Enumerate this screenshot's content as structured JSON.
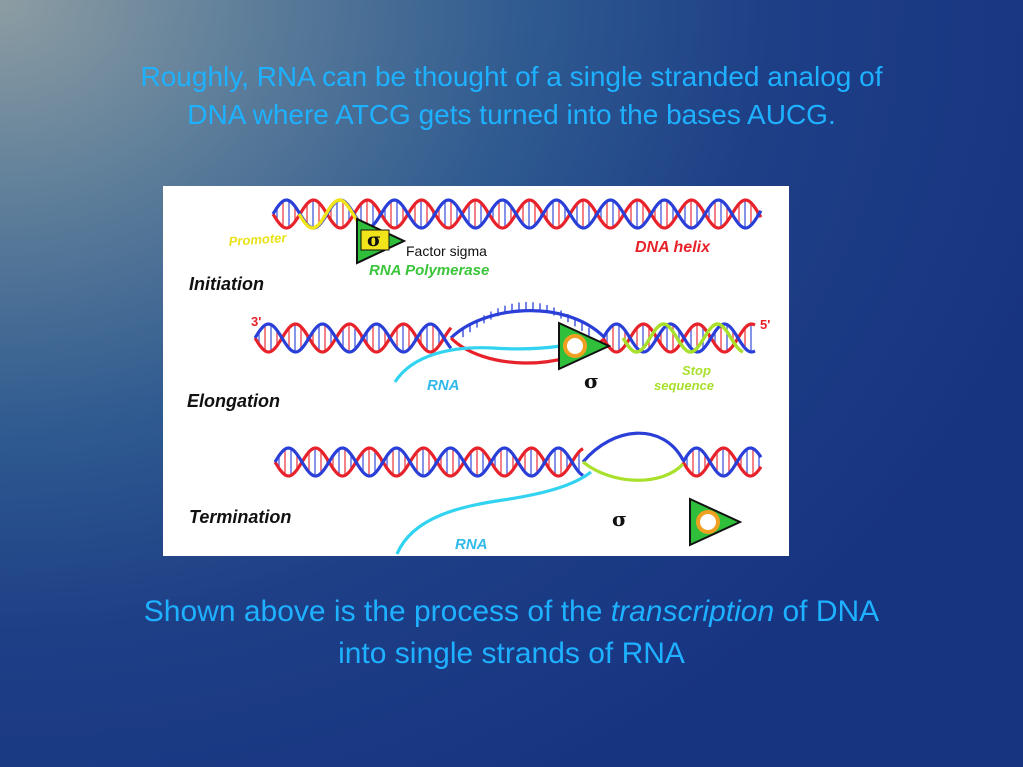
{
  "title": {
    "line1": "Roughly, RNA can be thought of a single stranded analog of",
    "line2": "DNA where ATCG gets turned into the bases AUCG."
  },
  "diagram": {
    "stages": [
      "Initiation",
      "Elongation",
      "Termination"
    ],
    "labels": {
      "promoter": "Promoter",
      "sigma_symbol": "σ",
      "factor_sigma": "Factor sigma",
      "dna_helix": "DNA helix",
      "rna_polymerase": "RNA Polymerase",
      "three_prime": "3'",
      "five_prime": "5'",
      "rna": "RNA",
      "stop_line1": "Stop",
      "stop_line2": "sequence"
    },
    "colors": {
      "strand_red": "#e8222a",
      "strand_blue": "#2a3fd8",
      "promoter_yellow": "#f2e41a",
      "stop_green": "#a8e02c",
      "rna_cyan": "#31d3f0",
      "polymerase_green": "#2fbf3a",
      "label_red": "#e8222a",
      "label_yellow": "#e9e11a",
      "label_green": "#3ac53a",
      "label_cyan": "#31b9ea"
    }
  },
  "caption": {
    "before": "Shown above is the process of the ",
    "emphasis": "transcription",
    "after": " of DNA",
    "line2": "into single strands of RNA"
  }
}
